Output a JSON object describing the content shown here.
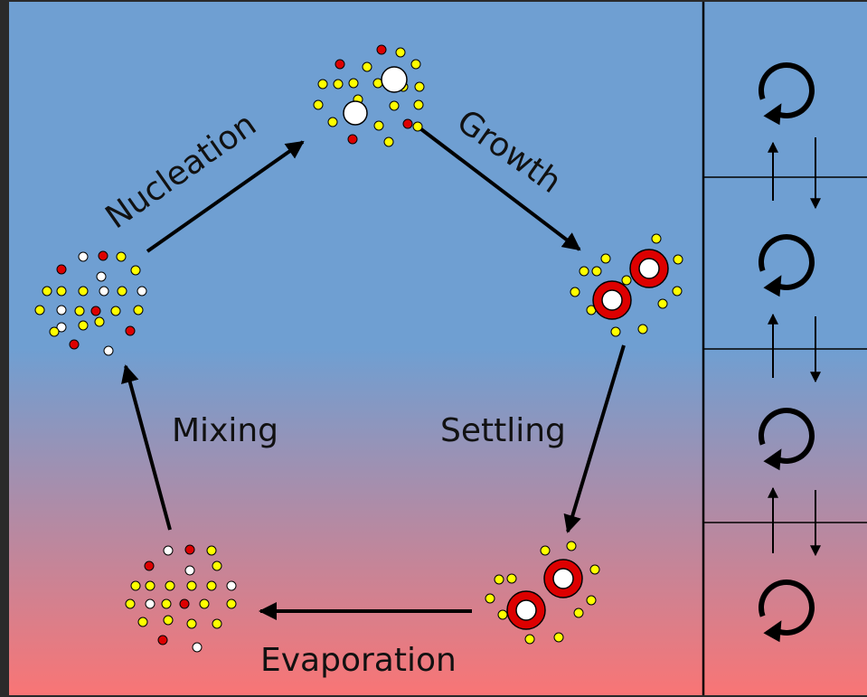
{
  "diagram": {
    "stages": [
      {
        "label": "Nucleation"
      },
      {
        "label": "Growth"
      },
      {
        "label": "Settling"
      },
      {
        "label": "Evaporation"
      },
      {
        "label": "Mixing"
      }
    ],
    "colors": {
      "sky_top": "#6f9fd2",
      "sky_bottom": "#f97575",
      "particle_yellow": "#ffff00",
      "particle_red": "#dd0000",
      "particle_white": "#ffffff",
      "stroke": "#000000"
    },
    "side_panel": {
      "layers": 4,
      "icon": "clockwise-refresh-icon",
      "exchange_icon": "up-down-arrows-icon"
    }
  }
}
